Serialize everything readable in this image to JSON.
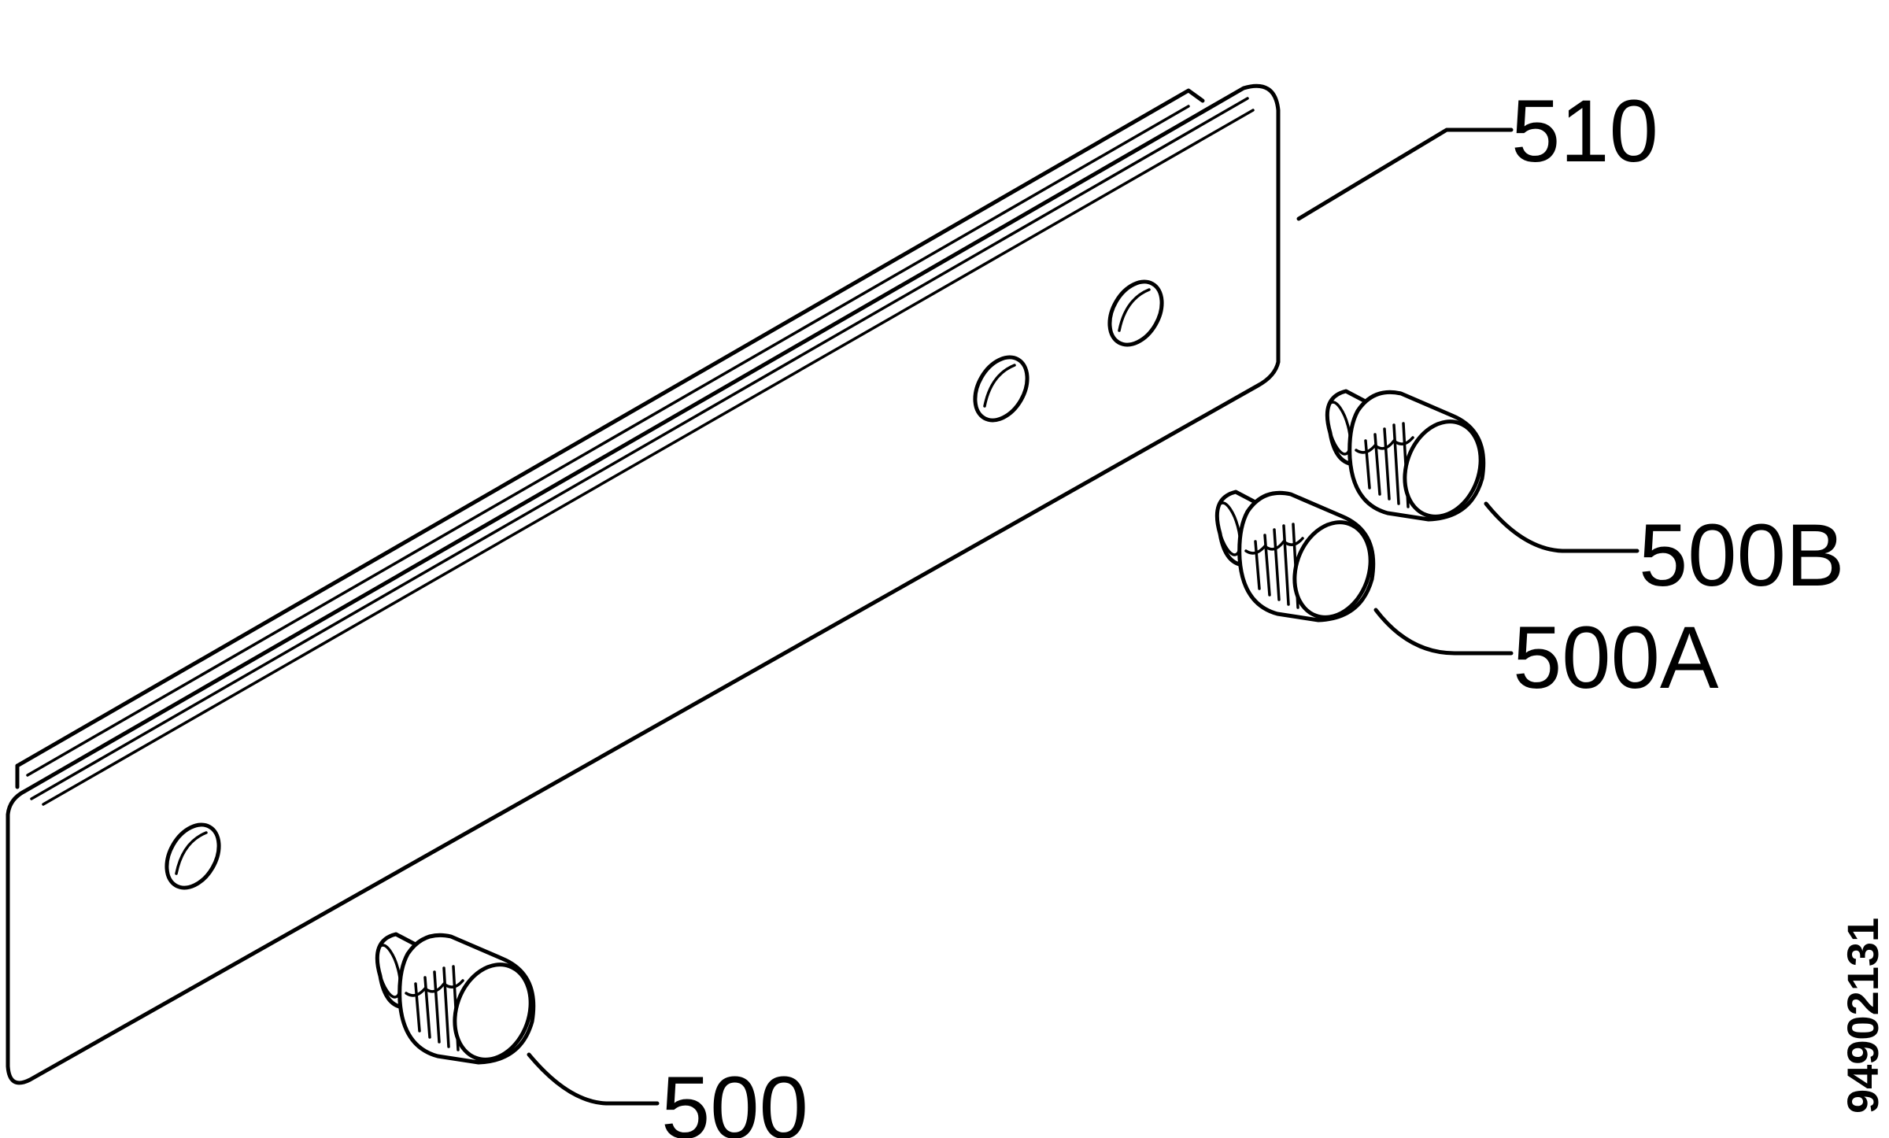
{
  "callouts": {
    "panel": "510",
    "knob_b": "500B",
    "knob_a": "500A",
    "knob": "500"
  },
  "document_number": "94902131",
  "colors": {
    "ink": "#000000",
    "paper": "#ffffff"
  }
}
